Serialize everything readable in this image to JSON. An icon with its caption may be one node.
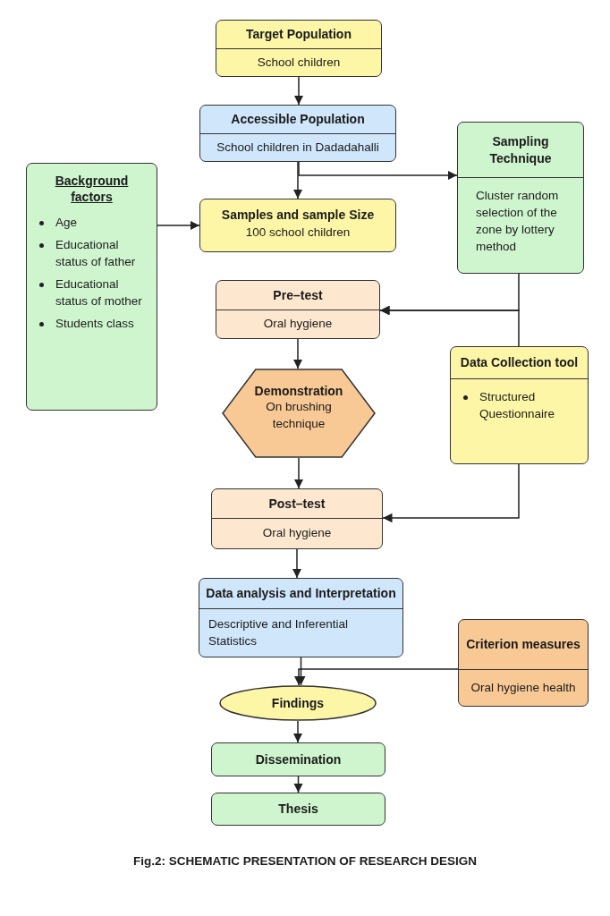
{
  "diagram": {
    "caption": "Fig.2: SCHEMATIC PRESENTATION OF RESEARCH DESIGN",
    "nodes": [
      {
        "text": [
          "Target Population",
          "School children"
        ]
      },
      {
        "text": [
          "Accessible Population",
          "School children in Dadadahalli"
        ]
      },
      {
        "text": [
          "Sampling Technique",
          "Cluster random selection of the zone by lottery method"
        ]
      },
      {
        "text": [
          "Background factors",
          "Age",
          "Educational status of father",
          "Educational status of mother",
          "Students class"
        ]
      },
      {
        "text": [
          "Samples and sample Size",
          "100 school children"
        ]
      },
      {
        "text": [
          "Pre–test",
          "Oral hygiene"
        ]
      },
      {
        "text": [
          "Data Collection tool",
          "Structured Questionnaire"
        ]
      },
      {
        "text": [
          "Demonstration",
          "On brushing technique"
        ]
      },
      {
        "text": [
          "Post–test",
          "Oral hygiene"
        ]
      },
      {
        "text": [
          "Data analysis and Interpretation",
          "Descriptive and Inferential Statistics"
        ]
      },
      {
        "text": [
          "Criterion measures",
          "Oral hygiene health"
        ]
      },
      {
        "text": [
          "Findings"
        ]
      },
      {
        "text": [
          "Dissemination"
        ]
      },
      {
        "text": [
          "Thesis"
        ]
      }
    ],
    "edges": [
      {
        "from": 0,
        "to": 1,
        "arrow": "to"
      },
      {
        "from": 1,
        "to": 4,
        "arrow": "to"
      },
      {
        "from": 1,
        "to": 2,
        "arrow": "to"
      },
      {
        "from": 3,
        "to": 4,
        "arrow": "to"
      },
      {
        "from": 2,
        "to": 5,
        "arrow": "to"
      },
      {
        "from": 6,
        "to": 5,
        "arrow": "to"
      },
      {
        "from": 6,
        "to": 8,
        "arrow": "to"
      },
      {
        "from": 5,
        "to": 7,
        "arrow": "to"
      },
      {
        "from": 7,
        "to": 8,
        "arrow": "to"
      },
      {
        "from": 8,
        "to": 9,
        "arrow": "to"
      },
      {
        "from": 9,
        "to": 11,
        "arrow": "to"
      },
      {
        "from": 10,
        "to": 11,
        "arrow": "to"
      },
      {
        "from": 11,
        "to": 12,
        "arrow": "to"
      },
      {
        "from": 12,
        "to": 13,
        "arrow": "to"
      }
    ]
  }
}
